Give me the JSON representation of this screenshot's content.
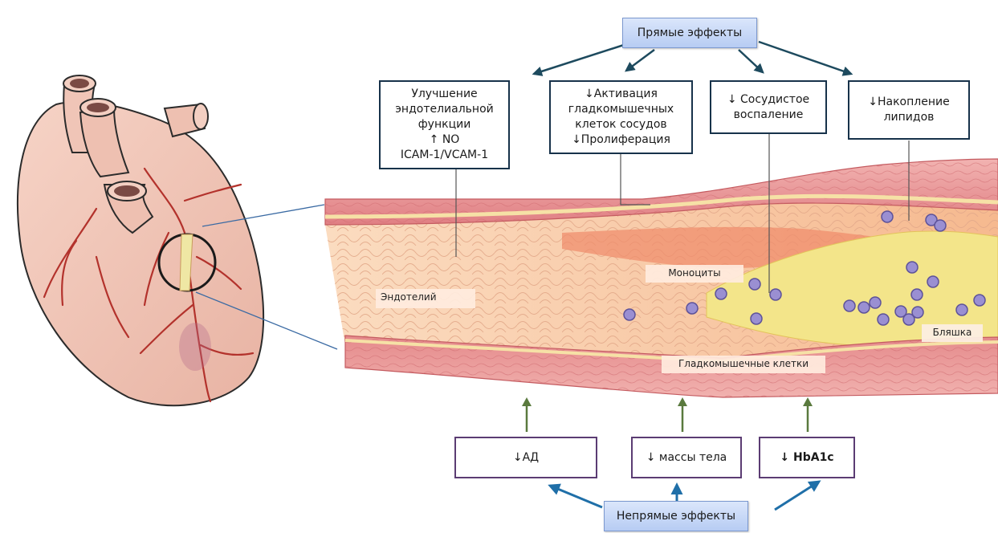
{
  "header_top": "Прямые эффекты",
  "header_bottom": "Непрямые эффекты",
  "direct_effects": [
    [
      "Улучшение",
      "эндотелиальной",
      "функции",
      "↑ NO",
      "ICAM-1/VCAM-1"
    ],
    [
      "↓Активация",
      "гладкомышечных",
      "клеток сосудов",
      "↓Пролиферация"
    ],
    [
      "↓ Сосудистое",
      "воспаление"
    ],
    [
      "↓Накопление",
      "липидов"
    ]
  ],
  "indirect_effects": [
    "↓АД",
    "↓ массы тела",
    "↓ HbA1c"
  ],
  "vessel_labels": {
    "endothelium": "Эндотелий",
    "monocytes": "Моноциты",
    "plaque": "Бляшка",
    "smooth_muscle": "Гладкомышечные клетки"
  },
  "colors": {
    "direct_arrow": "#1d4a5e",
    "indirect_arrow": "#1f6fa8",
    "up_arrow": "#5a7a3e",
    "vessel_wall": "#e8888c",
    "plaque": "#f3e58a",
    "monocyte": "#8a7fc4"
  }
}
